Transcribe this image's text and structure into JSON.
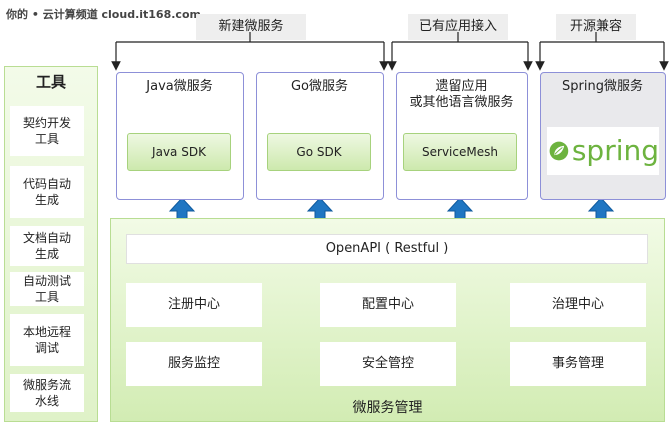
{
  "watermark": "你的 • 云计算频道 cloud.it168.com",
  "top_labels": [
    "新建微服务",
    "已有应用接入",
    "开源兼容"
  ],
  "tools": {
    "title": "工具",
    "items": [
      "契约开发工具",
      "代码自动生成",
      "文档自动生成",
      "自动测试工具",
      "本地远程调试",
      "微服务流水线"
    ]
  },
  "services": [
    {
      "title": "Java微服务",
      "sdk": "Java SDK"
    },
    {
      "title": "Go微服务",
      "sdk": "Go SDK"
    },
    {
      "title": "遗留应用\n或其他语言微服务",
      "sdk": "ServiceMesh"
    },
    {
      "title": "Spring微服务",
      "logo_text": "spring"
    }
  ],
  "openapi": "OpenAPI ( Restful )",
  "management": {
    "items": [
      "注册中心",
      "配置中心",
      "治理中心",
      "服务监控",
      "安全管控",
      "事务管理"
    ],
    "title": "微服务管理"
  },
  "colors": {
    "box_border": "#8d90d8",
    "arrow": "#1f76c2",
    "green": "#d2ecb3",
    "spring_green": "#6db33f"
  }
}
